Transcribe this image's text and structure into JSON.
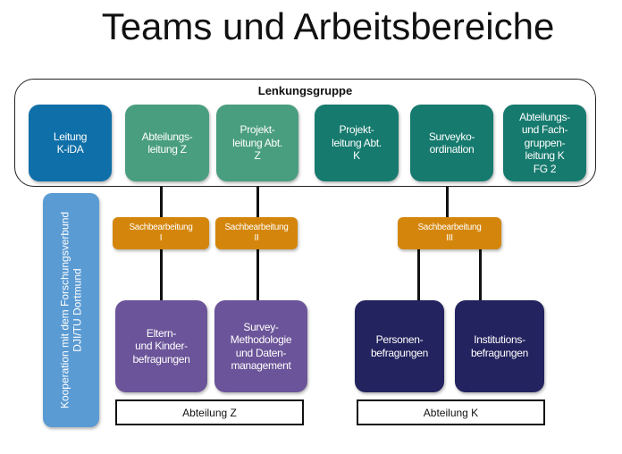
{
  "title": "Teams und Arbeitsbereiche",
  "steering_group": {
    "label": "Lenkungsgruppe",
    "members": [
      {
        "label": "Leitung\nK-iDA",
        "color": "#0f6fa8"
      },
      {
        "label": "Abteilungs-\nleitung Z",
        "color": "#4a9e80"
      },
      {
        "label": "Projekt-\nleitung Abt.\nZ",
        "color": "#4a9e80"
      },
      {
        "label": "Projekt-\nleitung Abt.\nK",
        "color": "#167a6e"
      },
      {
        "label": "Surveyko-\nordination",
        "color": "#167a6e"
      },
      {
        "label": "Abteilungs-\nund Fach-\ngruppen-\nleitung K\nFG 2",
        "color": "#167a6e"
      }
    ]
  },
  "cooperation": {
    "label": "Kooperation mit dem Forschungsverbund\nDJI/TU Dortmund",
    "color": "#5b9bd3"
  },
  "clerks": [
    {
      "label": "Sachbearbeitung\nI"
    },
    {
      "label": "Sachbearbeitung\nII"
    },
    {
      "label": "Sachbearbeitung\nIII"
    }
  ],
  "teams": [
    {
      "label": "Eltern-\nund Kinder-\nbefragungen",
      "color": "#6b5499"
    },
    {
      "label": "Survey-\nMethodologie\nund Daten-\nmanagement",
      "color": "#6b5499"
    },
    {
      "label": "Personen-\nbefragungen",
      "color": "#23235f"
    },
    {
      "label": "Institutions-\nbefragungen",
      "color": "#23235f"
    }
  ],
  "departments": [
    {
      "label": "Abteilung Z"
    },
    {
      "label": "Abteilung K"
    }
  ]
}
